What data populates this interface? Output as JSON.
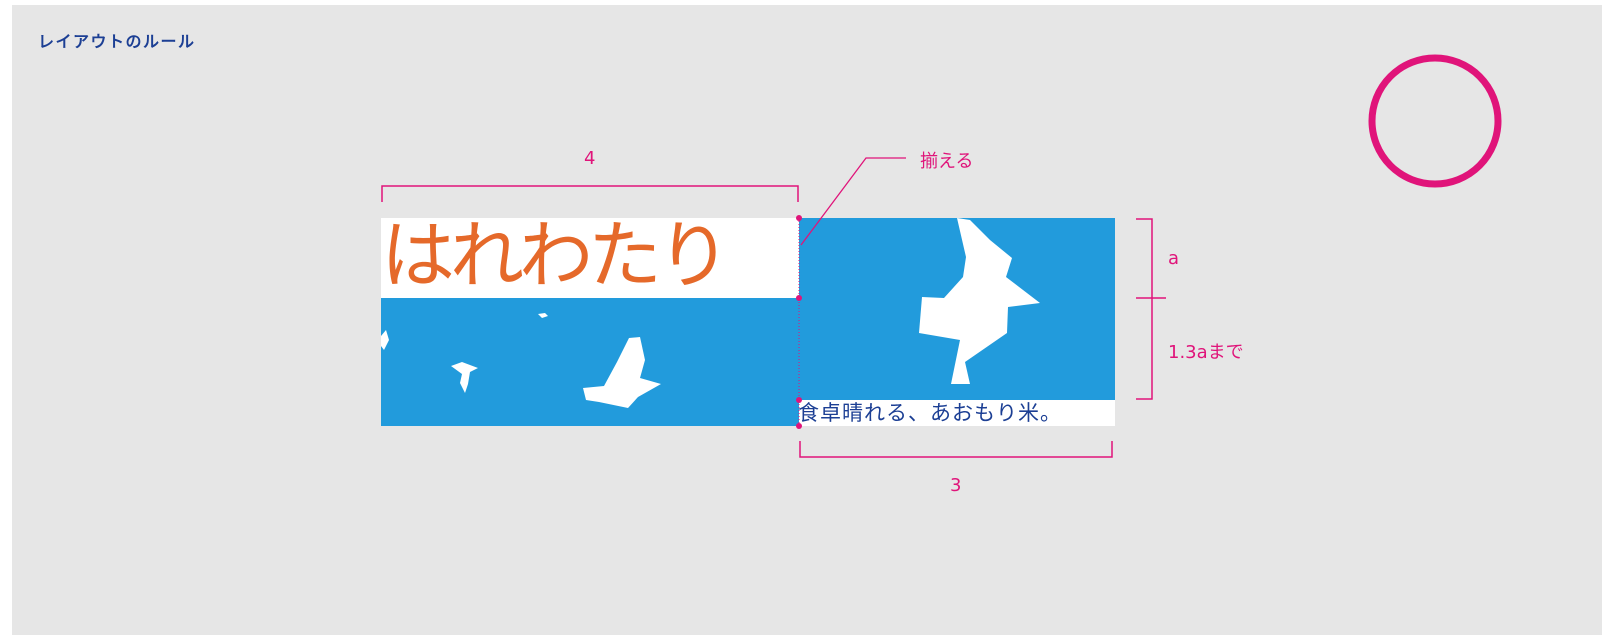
{
  "page": {
    "title": "レイアウトのルール"
  },
  "logo": {
    "wordmark": "はれわたり",
    "tagline": "食卓晴れる、あおもり米。"
  },
  "annotations": {
    "top_ratio": "4",
    "bottom_ratio": "3",
    "align_label": "揃える",
    "height_a": "a",
    "height_max": "1.3aまで"
  },
  "colors": {
    "background": "#e6e6e6",
    "sky_blue": "#229bdc",
    "wordmark": "#e5692a",
    "tagline": "#1c3f94",
    "annotation": "#e0147a",
    "title": "#1c3f94"
  },
  "icons": {
    "ok_mark": "circle-ok-icon",
    "birds": "bird-silhouette-icon"
  }
}
